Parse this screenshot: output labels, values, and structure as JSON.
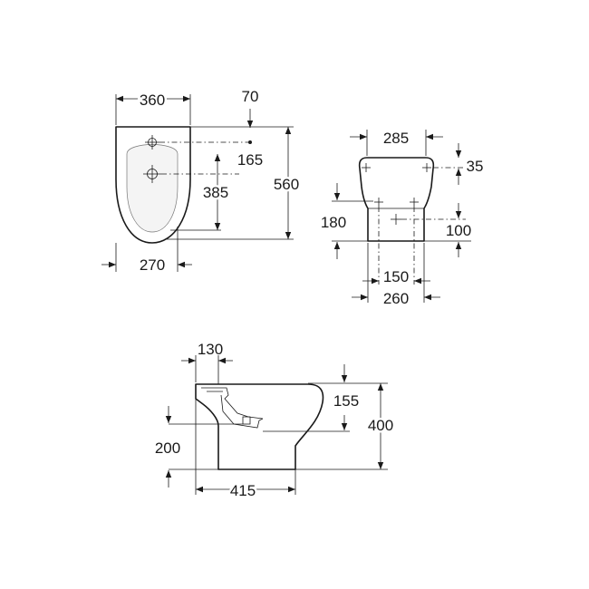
{
  "colors": {
    "line": "#1a1a1a",
    "inner": "#777777",
    "background": "#ffffff"
  },
  "top_view": {
    "width": "360",
    "tap_offset": "70",
    "tap_to_drain": "165",
    "drain_from_back": "385",
    "depth": "560",
    "base_width": "270"
  },
  "front_view": {
    "width": "285",
    "top_hole_offset": "35",
    "hole_height": "180",
    "pedestal_hole_height": "100",
    "hole_spacing": "150",
    "pedestal_width": "260"
  },
  "side_view": {
    "rim_offset": "130",
    "rim_to_outlet": "155",
    "height": "400",
    "outlet_height": "200",
    "base_length": "415"
  }
}
